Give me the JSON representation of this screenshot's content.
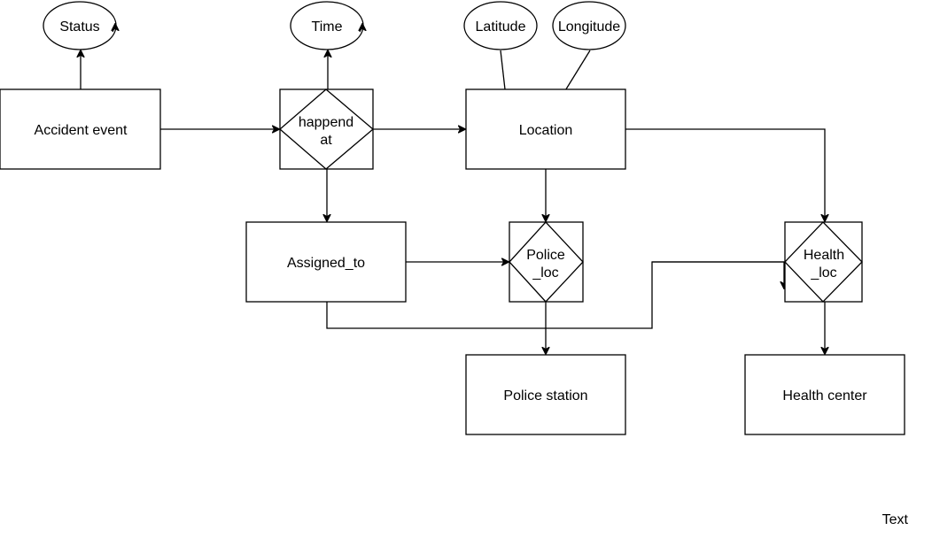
{
  "diagram": {
    "entities": {
      "accident_event": "Accident event",
      "location": "Location",
      "assigned_to": "Assigned_to",
      "police_station": "Police station",
      "health_center": "Health center"
    },
    "relationships": {
      "happend_at": [
        "happend",
        "at"
      ],
      "police_loc": [
        "Police",
        "_loc"
      ],
      "health_loc": [
        "Health",
        "_loc"
      ]
    },
    "attributes": {
      "status": "Status",
      "time": "Time",
      "latitude": "Latitude",
      "longitude": "Longitude"
    },
    "free_text": "Text"
  }
}
